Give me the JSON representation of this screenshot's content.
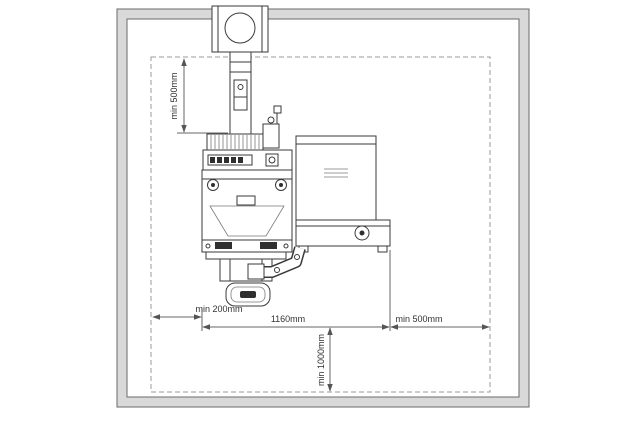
{
  "colors": {
    "background": "#ffffff",
    "wall_fill": "#d9d9d9",
    "wall_stroke": "#6a6a6a",
    "line": "#3a3a3a",
    "line_light": "#7a7a7a",
    "dark_fill": "#2f2f2f",
    "dashed": "#9b9b9b",
    "dim": "#666666",
    "text": "#333333"
  },
  "labels": {
    "clearance_top": "min 500mm",
    "clearance_left": "min 200mm",
    "unit_width": "1160mm",
    "clearance_right": "min 500mm",
    "clearance_front": "min 1000mm"
  }
}
